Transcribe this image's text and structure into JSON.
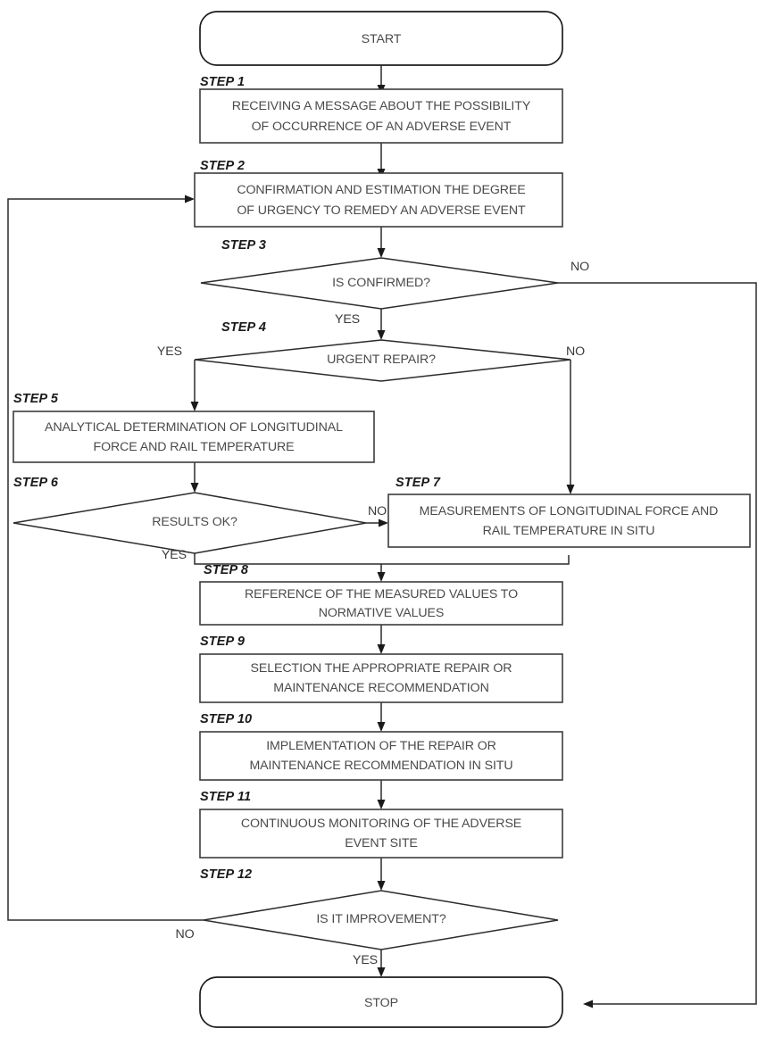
{
  "diagram": {
    "title": "Adverse Event Handling Procedure Flowchart",
    "type": "flowchart",
    "colors": {
      "background": "#ffffff",
      "node_stroke": "#3c3c3c",
      "connector": "#2b2b2b",
      "label_text": "#4a4a4a",
      "step_text": "#1a1a1a"
    }
  },
  "terminators": {
    "start": "START",
    "stop": "STOP"
  },
  "steps": [
    {
      "id": "step1",
      "tag": "STEP 1",
      "shape": "process",
      "line1": "RECEIVING A MESSAGE ABOUT THE POSSIBILITY",
      "line2": "OF OCCURRENCE OF AN ADVERSE EVENT"
    },
    {
      "id": "step2",
      "tag": "STEP 2",
      "shape": "process",
      "line1": "CONFIRMATION AND ESTIMATION THE DEGREE",
      "line2": "OF URGENCY TO REMEDY AN ADVERSE EVENT"
    },
    {
      "id": "step3",
      "tag": "STEP 3",
      "shape": "decision",
      "line1": "IS CONFIRMED?",
      "line2": ""
    },
    {
      "id": "step4",
      "tag": "STEP 4",
      "shape": "decision",
      "line1": "URGENT REPAIR?",
      "line2": ""
    },
    {
      "id": "step5",
      "tag": "STEP 5",
      "shape": "process",
      "line1": "ANALYTICAL DETERMINATION OF LONGITUDINAL",
      "line2": "FORCE AND RAIL TEMPERATURE"
    },
    {
      "id": "step6",
      "tag": "STEP 6",
      "shape": "decision",
      "line1": "RESULTS OK?",
      "line2": ""
    },
    {
      "id": "step7",
      "tag": "STEP 7",
      "shape": "process",
      "line1": "MEASUREMENTS OF LONGITUDINAL FORCE AND",
      "line2": "RAIL TEMPERATURE IN SITU"
    },
    {
      "id": "step8",
      "tag": "STEP 8",
      "shape": "process",
      "line1": "REFERENCE OF THE MEASURED VALUES TO",
      "line2": "NORMATIVE VALUES"
    },
    {
      "id": "step9",
      "tag": "STEP 9",
      "shape": "process",
      "line1": "SELECTION THE APPROPRIATE REPAIR OR",
      "line2": "MAINTENANCE RECOMMENDATION"
    },
    {
      "id": "step10",
      "tag": "STEP 10",
      "shape": "process",
      "line1": "IMPLEMENTATION OF THE REPAIR OR",
      "line2": "MAINTENANCE RECOMMENDATION IN SITU"
    },
    {
      "id": "step11",
      "tag": "STEP 11",
      "shape": "process",
      "line1": "CONTINUOUS MONITORING OF THE ADVERSE",
      "line2": "EVENT SITE"
    },
    {
      "id": "step12",
      "tag": "STEP 12",
      "shape": "decision",
      "line1": "IS IT IMPROVEMENT?",
      "line2": ""
    }
  ],
  "branch_labels": {
    "step3_yes": "YES",
    "step3_no": "NO",
    "step4_yes": "YES",
    "step4_no": "NO",
    "step6_yes": "YES",
    "step6_no": "NO",
    "step12_yes": "YES",
    "step12_no": "NO"
  }
}
